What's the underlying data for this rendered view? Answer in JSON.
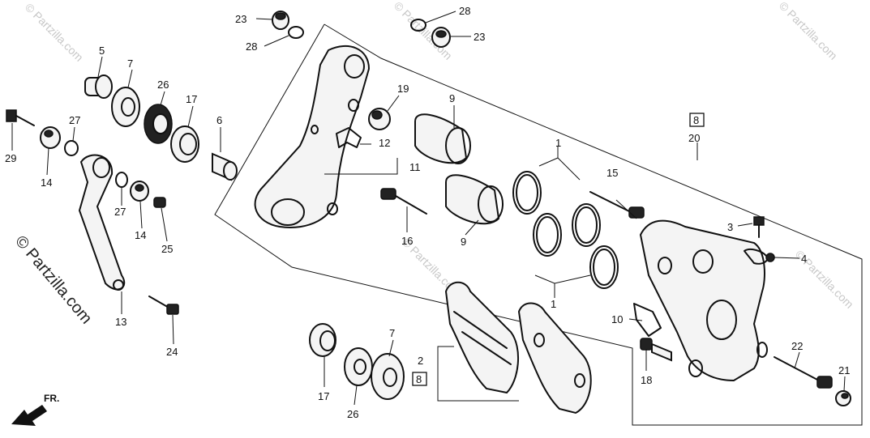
{
  "watermark": {
    "text": "© Partzilla.com"
  },
  "direction_marker": "FR.",
  "ref_labels": {
    "c1a": "1",
    "c1b": "1",
    "c2": "2",
    "c3": "3",
    "c4": "4",
    "c5": "5",
    "c6": "6",
    "c7a": "7",
    "c7b": "7",
    "c8a": "8",
    "c8b": "8",
    "c9a": "9",
    "c9b": "9",
    "c10": "10",
    "c11": "11",
    "c12": "12",
    "c13": "13",
    "c14a": "14",
    "c14b": "14",
    "c15": "15",
    "c16": "16",
    "c17a": "17",
    "c17b": "17",
    "c18": "18",
    "c19": "19",
    "c20": "20",
    "c21": "21",
    "c22": "22",
    "c23a": "23",
    "c23b": "23",
    "c24": "24",
    "c25": "25",
    "c26a": "26",
    "c26b": "26",
    "c27a": "27",
    "c27b": "27",
    "c28a": "28",
    "c28b": "28",
    "c29": "29"
  }
}
